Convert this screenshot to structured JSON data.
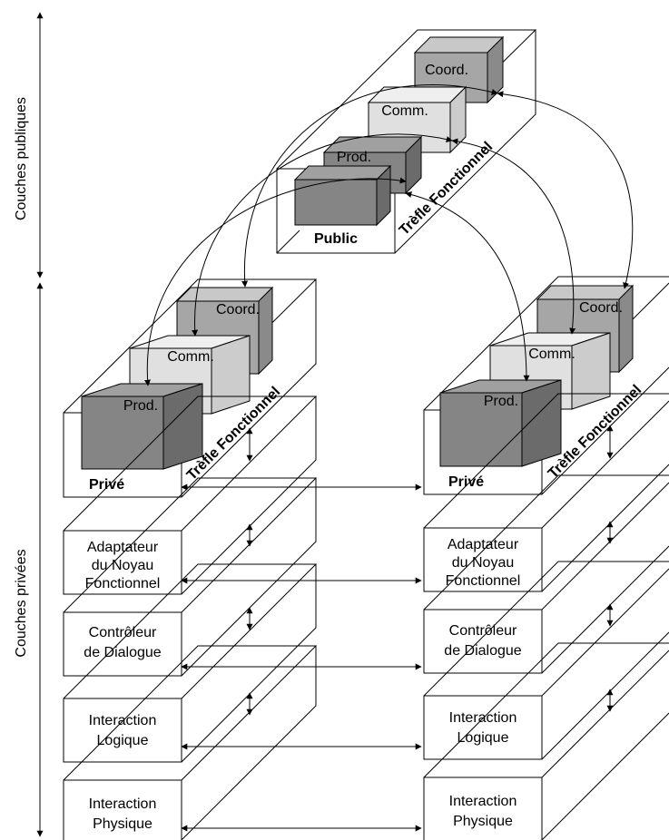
{
  "axis": {
    "public_label": "Couches publiques",
    "private_label": "Couches privées"
  },
  "public": {
    "label": "Public",
    "trefle": "Trèfle Fonctionnel",
    "coord": "Coord.",
    "comm": "Comm.",
    "prod": "Prod."
  },
  "left": {
    "prive": "Privé",
    "trefle": "Trèfle Fonctionnel",
    "coord": "Coord.",
    "comm": "Comm.",
    "prod": "Prod."
  },
  "right": {
    "prive": "Privé",
    "trefle": "Trèfle Fonctionnel",
    "coord": "Coord.",
    "comm": "Comm.",
    "prod": "Prod."
  },
  "layers": {
    "adaptateur": [
      "Adaptateur",
      "du Noyau",
      "Fonctionnel"
    ],
    "controleur": [
      "Contrôleur",
      "de Dialogue"
    ],
    "interaction_logique": [
      "Interaction",
      "Logique"
    ],
    "interaction_physique": [
      "Interaction",
      "Physique"
    ]
  },
  "colors": {
    "coord": "#a6a6a6",
    "comm": "#e0e0e0",
    "prod": "#858585",
    "coord_side": "#8a8a8a",
    "comm_side": "#cccccc",
    "prod_side": "#6b6b6b"
  }
}
